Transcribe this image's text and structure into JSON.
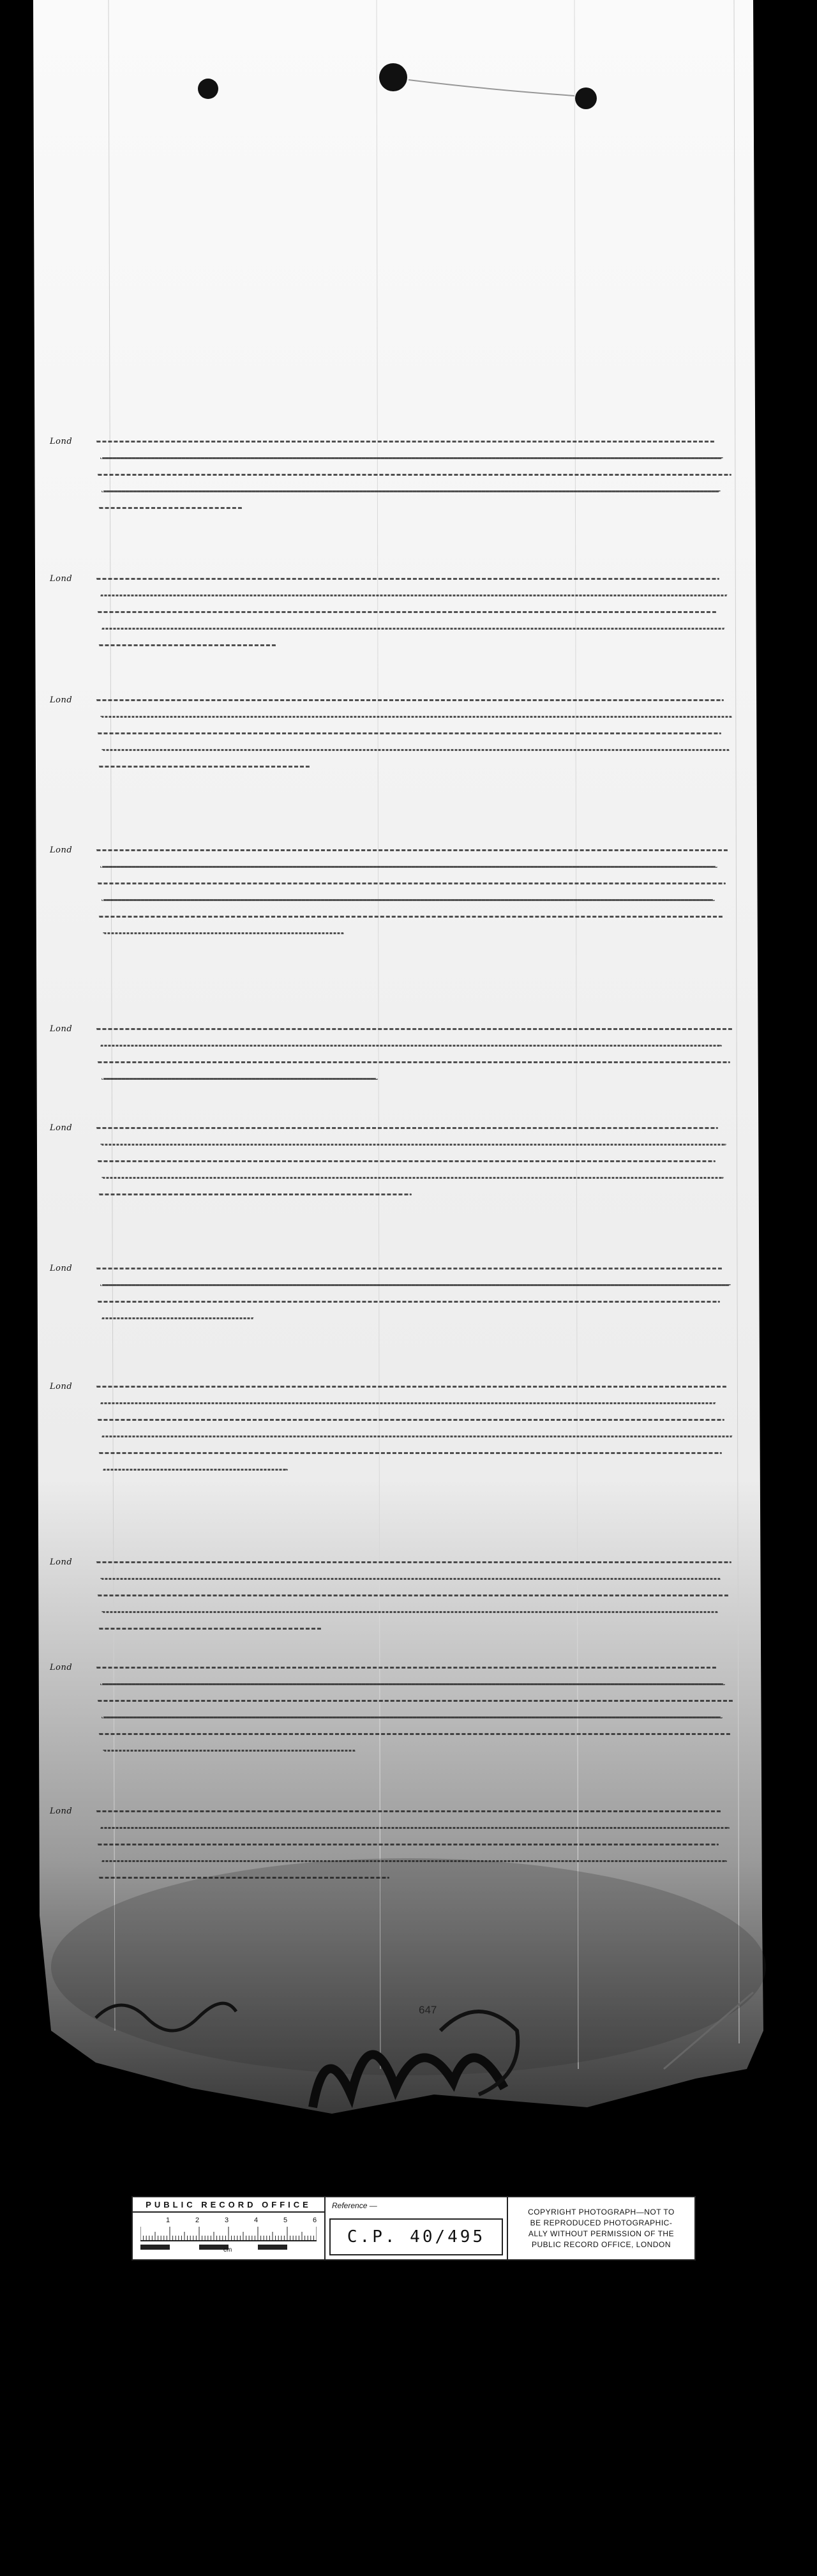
{
  "document": {
    "folio_number": "647",
    "entries": [
      {
        "marginal_label": "Lond"
      },
      {
        "marginal_label": "Lond"
      },
      {
        "marginal_label": "Lond"
      },
      {
        "marginal_label": "Lond"
      },
      {
        "marginal_label": "Lond"
      },
      {
        "marginal_label": "Lond"
      },
      {
        "marginal_label": "Lond"
      },
      {
        "marginal_label": "Lond"
      },
      {
        "marginal_label": "Lond"
      },
      {
        "marginal_label": "Lond"
      },
      {
        "marginal_label": "Lond"
      }
    ]
  },
  "record_card": {
    "office_title": "PUBLIC RECORD OFFICE",
    "ruler_numbers": [
      "1",
      "2",
      "3",
      "4",
      "5",
      "6"
    ],
    "ruler_unit": "cm",
    "reference_label": "Reference —",
    "reference_value": "C.P. 40/495",
    "copyright_lines": [
      "COPYRIGHT PHOTOGRAPH—NOT TO",
      "BE REPRODUCED PHOTOGRAPHIC-",
      "ALLY WITHOUT PERMISSION OF THE",
      "PUBLIC RECORD OFFICE, LONDON"
    ]
  },
  "colors": {
    "background": "#000000",
    "parchment": "#f4f4f2",
    "ink": "#1a1a1a",
    "card": "#ffffff"
  }
}
